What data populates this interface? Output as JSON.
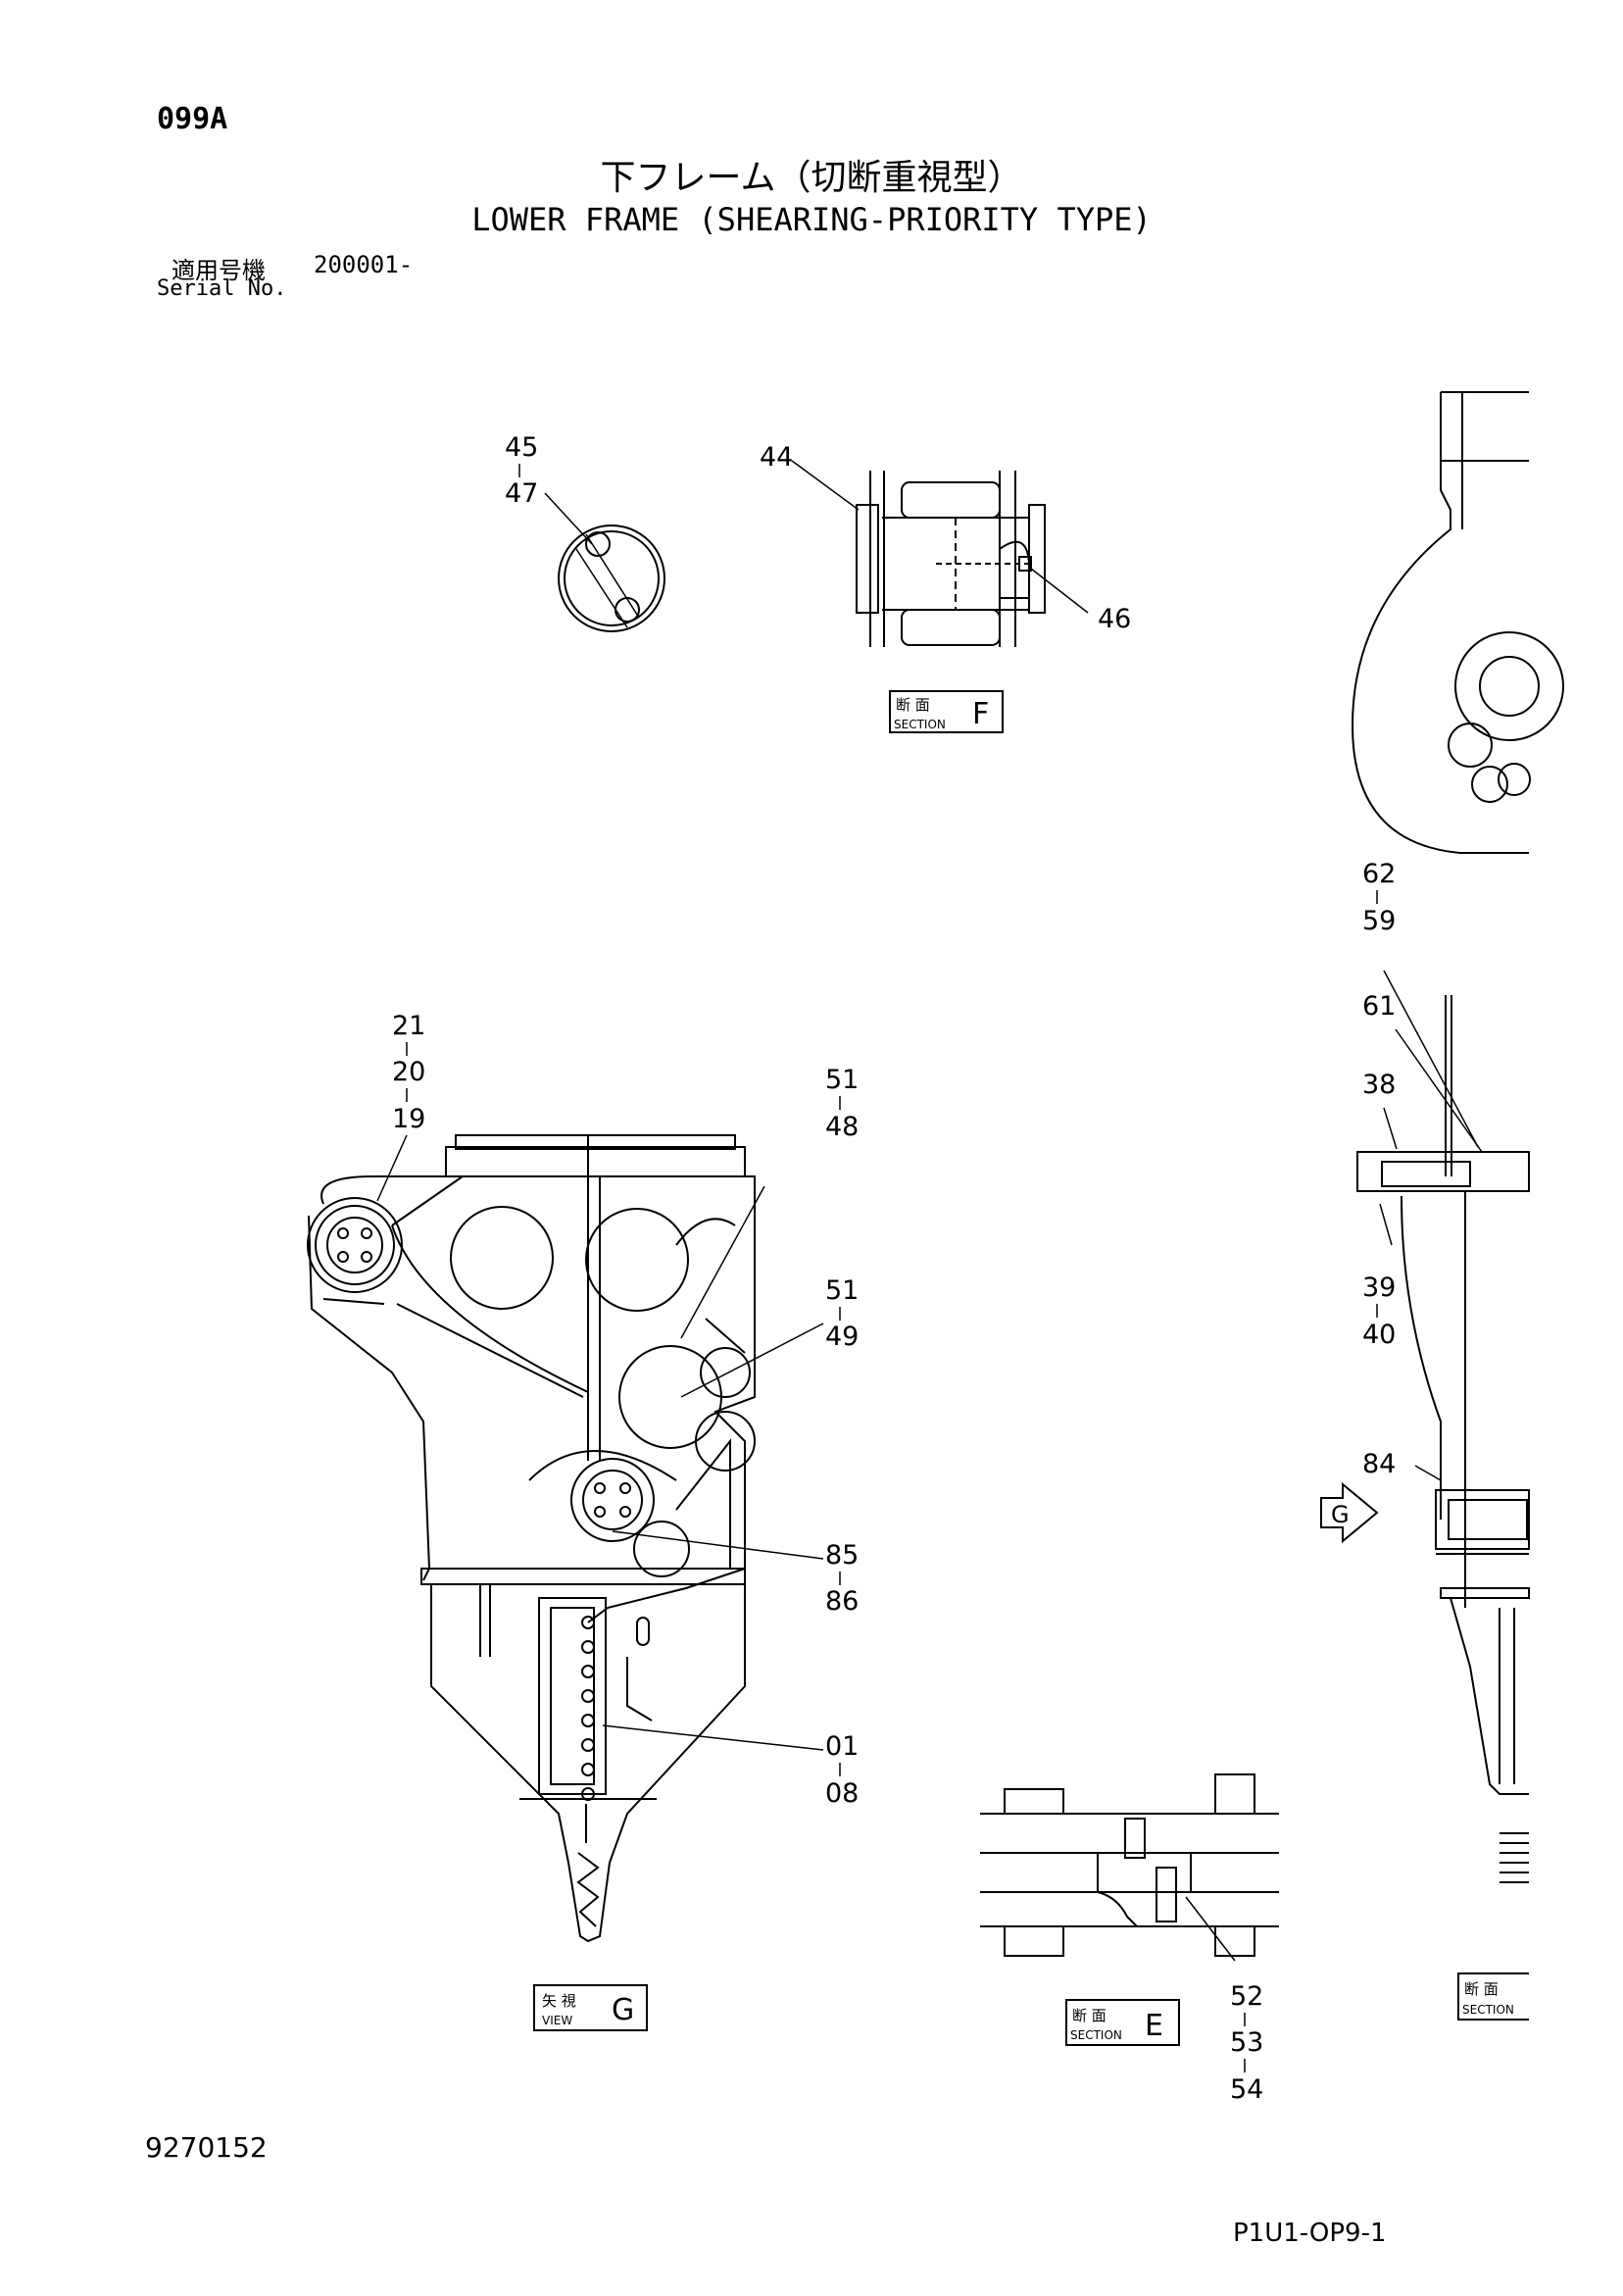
{
  "header": {
    "page_code": "099A",
    "title_jp": "下フレーム（切断重視型）",
    "title_en": "LOWER FRAME (SHEARING-PRIORITY TYPE)",
    "serial_label_jp": "適用号機",
    "serial_value": "200001-",
    "serial_label_en": "Serial No."
  },
  "section_labels": {
    "section_f": {
      "jp": "断 面",
      "en": "SECTION",
      "letter": "F"
    },
    "view_g": {
      "jp": "矢 視",
      "en": "VIEW",
      "letter": "G"
    },
    "section_e": {
      "jp": "断 面",
      "en": "SECTION",
      "letter": "E"
    },
    "section_right": {
      "jp": "断 面",
      "en": "SECTION"
    },
    "view_arrow": "G"
  },
  "callouts": {
    "c45": "45",
    "c47": "47",
    "c44": "44",
    "c46": "46",
    "c21": "21",
    "c20": "20",
    "c19": "19",
    "c51a": "51",
    "c48": "48",
    "c51b": "51",
    "c49": "49",
    "c85": "85",
    "c86": "86",
    "c01": "01",
    "c08": "08",
    "c52": "52",
    "c53": "53",
    "c54": "54",
    "c62": "62",
    "c59": "59",
    "c61": "61",
    "c38": "38",
    "c39": "39",
    "c40": "40",
    "c84": "84"
  },
  "footer": {
    "doc_number": "9270152",
    "sheet_code": "P1U1-OP9-1"
  }
}
